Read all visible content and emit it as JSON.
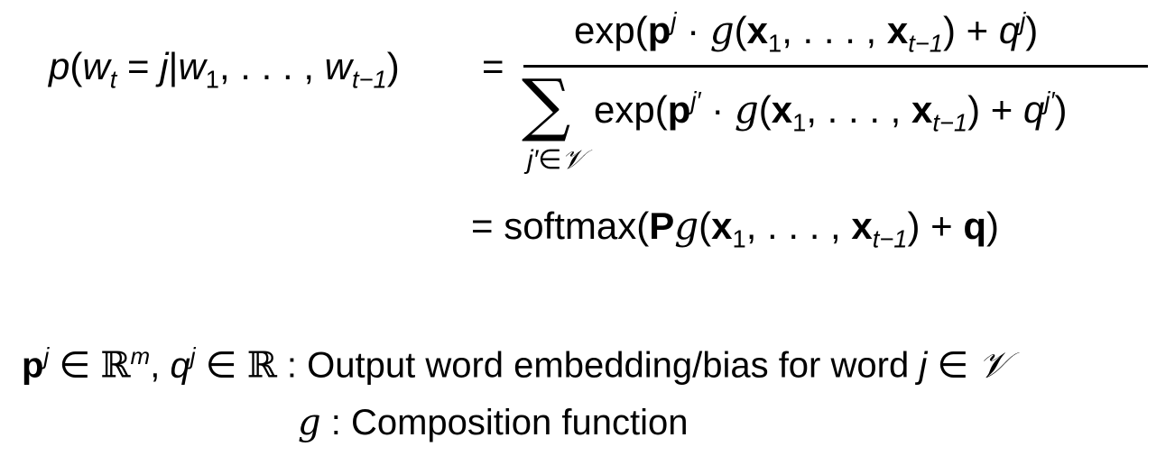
{
  "equation": {
    "lhs_p": "p",
    "lhs_w": "w",
    "lhs_t": "t",
    "lhs_eq": " = ",
    "lhs_j": "j",
    "lhs_bar": "|",
    "lhs_w1": "w",
    "lhs_1": "1",
    "lhs_dots": ", . . . , ",
    "lhs_wt": "w",
    "lhs_tminus1": "t−1",
    "eq1": "=",
    "numerator": {
      "exp": "exp(",
      "p": "p",
      "j": "j",
      "cdot": " · ",
      "g": "g",
      "open": "(",
      "x1": "x",
      "one": "1",
      "dots": ", . . . , ",
      "xt": "x",
      "tminus1": "t−1",
      "close": ") + ",
      "q": "q",
      "qj": "j",
      "end": ")"
    },
    "denominator": {
      "sum": "∑",
      "sum_sub": "j′∈𝒱",
      "exp": "exp(",
      "p": "p",
      "jprime": "j′",
      "cdot": " · ",
      "g": "g",
      "open": "(",
      "x1": "x",
      "one": "1",
      "dots": ", . . . , ",
      "xt": "x",
      "tminus1": "t−1",
      "close": ") + ",
      "q": "q",
      "qjprime": "j′",
      "end": ")"
    },
    "line2": {
      "eq": "=",
      "softmax": "softmax(",
      "P": "P",
      "g": "g",
      "open": "(",
      "x1": "x",
      "one": "1",
      "dots": ", . . . , ",
      "xt": "x",
      "tminus1": "t−1",
      "close": ") + ",
      "q": "q",
      "end": ")"
    }
  },
  "definitions": {
    "line1": {
      "p": "p",
      "j": "j",
      "in1": " ∈ ",
      "R": "ℝ",
      "m": "m",
      "comma": ", ",
      "q": "q",
      "qj": "j",
      "in2": " ∈ ",
      "R2": "ℝ",
      "colon": " : ",
      "text": "Output word embedding/bias for word ",
      "jj": "j",
      "in3": " ∈ ",
      "V": "𝒱"
    },
    "line2": {
      "g": "g",
      "colon": " : ",
      "text": "Composition function"
    }
  }
}
